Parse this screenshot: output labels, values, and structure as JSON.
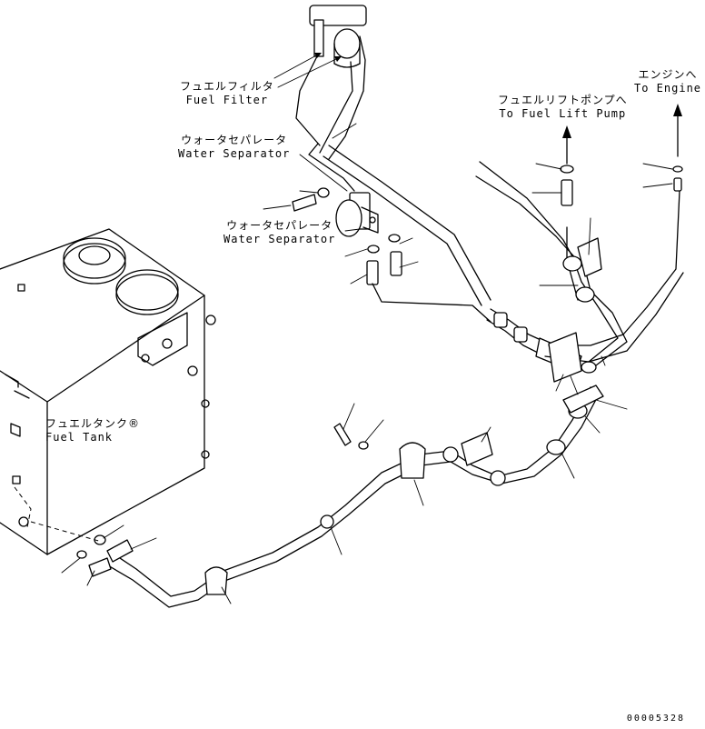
{
  "labels": {
    "fuel_filter": {
      "jp": "フュエルフィルタ",
      "en": "Fuel Filter"
    },
    "water_separator_upper": {
      "jp": "ウォータセパレータ",
      "en": "Water Separator"
    },
    "water_separator_lower": {
      "jp": "ウォータセパレータ",
      "en": "Water Separator"
    },
    "to_fuel_lift_pump": {
      "jp": "フュエルリフトポンプへ",
      "en": "To Fuel Lift Pump"
    },
    "to_engine": {
      "jp": "エンジンへ",
      "en": "To Engine"
    },
    "fuel_tank": {
      "jp": "フュエルタンク®",
      "en": "Fuel Tank"
    }
  },
  "document_number": "00005328"
}
